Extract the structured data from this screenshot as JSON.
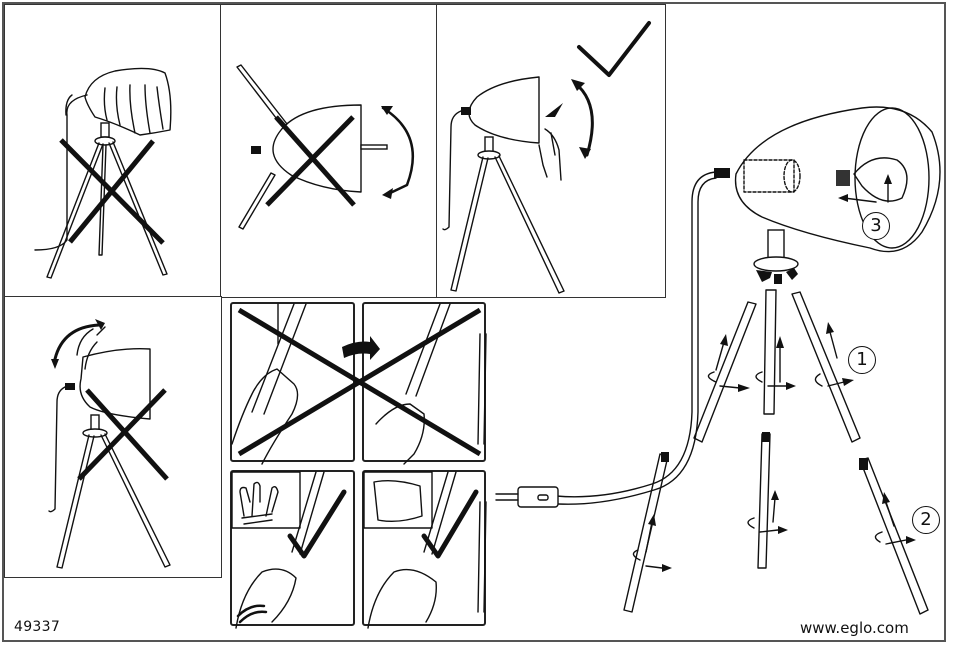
{
  "document": {
    "type": "assembly-instructions",
    "product_reference": "49337",
    "website": "www.eglo.com"
  },
  "panels": [
    {
      "id": "shade-covered",
      "verdict": "wrong",
      "mark": "cross"
    },
    {
      "id": "rotate-by-leg",
      "verdict": "wrong",
      "mark": "cross"
    },
    {
      "id": "rotate-by-shade-edge",
      "verdict": "correct",
      "mark": "check"
    },
    {
      "id": "tilt-by-shade-top",
      "verdict": "wrong",
      "mark": "cross"
    },
    {
      "id": "bare-hand-leg",
      "verdict": "wrong",
      "mark": "cross"
    },
    {
      "id": "gloves-handling",
      "verdict": "correct",
      "mark": "check"
    },
    {
      "id": "cloth-handling",
      "verdict": "correct",
      "mark": "check"
    }
  ],
  "assembly": {
    "steps": [
      {
        "label": "1",
        "description": "screw upper leg sections into head"
      },
      {
        "label": "2",
        "description": "screw lower leg sections into upper sections"
      },
      {
        "label": "3",
        "description": "insert bulb into socket"
      }
    ]
  },
  "colors": {
    "ink": "#111111",
    "frame": "#555555",
    "paper": "#ffffff"
  }
}
